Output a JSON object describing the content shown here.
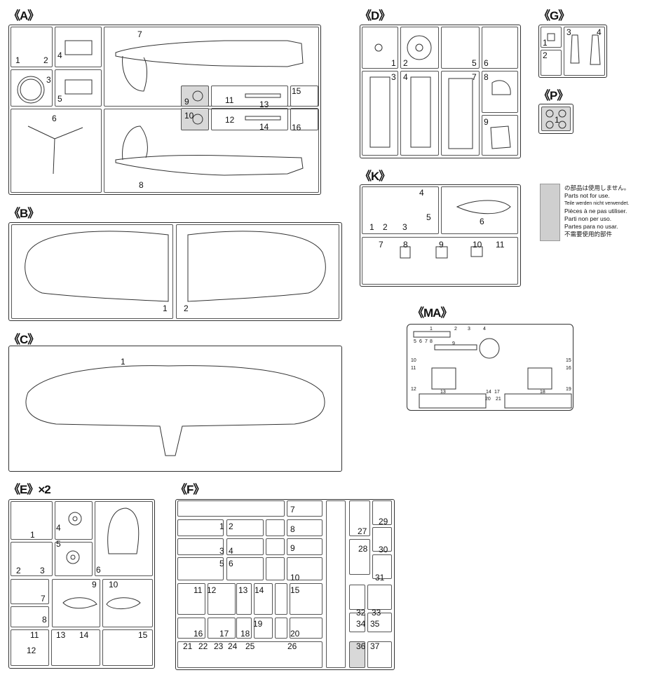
{
  "groups": {
    "A": {
      "title": "《A》",
      "parts": [
        "1",
        "2",
        "3",
        "4",
        "5",
        "6",
        "7",
        "8",
        "9",
        "10",
        "11",
        "12",
        "13",
        "14",
        "15",
        "16"
      ]
    },
    "B": {
      "title": "《B》",
      "parts": [
        "1",
        "2"
      ]
    },
    "C": {
      "title": "《C》",
      "parts": [
        "1"
      ]
    },
    "D": {
      "title": "《D》",
      "parts": [
        "1",
        "2",
        "5",
        "6",
        "3",
        "4",
        "7",
        "8",
        "9"
      ]
    },
    "G": {
      "title": "《G》",
      "parts": [
        "1",
        "2",
        "3",
        "4"
      ]
    },
    "P": {
      "title": "《P》",
      "parts": [
        "1"
      ]
    },
    "K": {
      "title": "《K》",
      "parts": [
        "1",
        "2",
        "3",
        "4",
        "5",
        "6",
        "7",
        "8",
        "9",
        "10",
        "11"
      ]
    },
    "MA": {
      "title": "《MA》",
      "parts": [
        "1",
        "2",
        "3",
        "4",
        "5",
        "6",
        "7",
        "8",
        "9",
        "10",
        "11",
        "12",
        "13",
        "14",
        "15",
        "16",
        "17",
        "18",
        "19",
        "20",
        "21"
      ]
    },
    "E": {
      "title": "《E》×2",
      "parts": [
        "1",
        "4",
        "5",
        "6",
        "2",
        "3",
        "7",
        "8",
        "9",
        "10",
        "11",
        "12",
        "13",
        "14",
        "15"
      ]
    },
    "F": {
      "title": "《F》",
      "parts": [
        "7",
        "1",
        "2",
        "8",
        "3",
        "4",
        "9",
        "5",
        "6",
        "10",
        "11",
        "12",
        "13",
        "14",
        "15",
        "16",
        "17",
        "18",
        "19",
        "20",
        "21",
        "22",
        "23",
        "24",
        "25",
        "26",
        "27",
        "28",
        "29",
        "30",
        "31",
        "32",
        "33",
        "34",
        "35",
        "36",
        "37"
      ]
    }
  },
  "legend": {
    "lines": [
      "の部品は使用しません。",
      "Parts not for use.",
      "Teile werden nicht verwendet.",
      "Pièces à ne pas utiliser.",
      "Parti non per uso.",
      "Partes para no usar.",
      "不需要使用的部件"
    ],
    "swatch_color": "#cfcfcf"
  }
}
